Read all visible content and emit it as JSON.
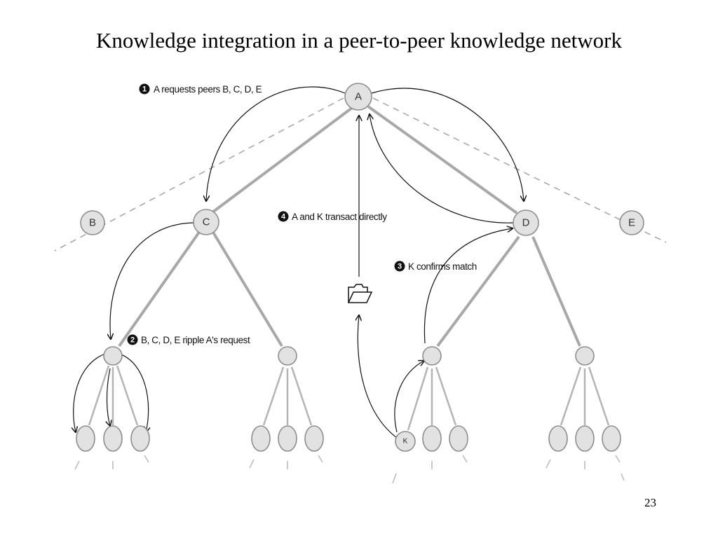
{
  "slide": {
    "title": "Knowledge integration in a peer-to-peer knowledge network",
    "page_number": "23"
  },
  "nodes": {
    "a": "A",
    "b": "B",
    "c": "C",
    "d": "D",
    "e": "E",
    "k": "K"
  },
  "steps": [
    {
      "number": "1",
      "text": "A requests peers B, C, D, E"
    },
    {
      "number": "2",
      "text": "B, C, D, E ripple A's request"
    },
    {
      "number": "3",
      "text": "K confirms match"
    },
    {
      "number": "4",
      "text": "A and K transact directly"
    }
  ],
  "icons": {
    "transaction": "folder-icon"
  }
}
